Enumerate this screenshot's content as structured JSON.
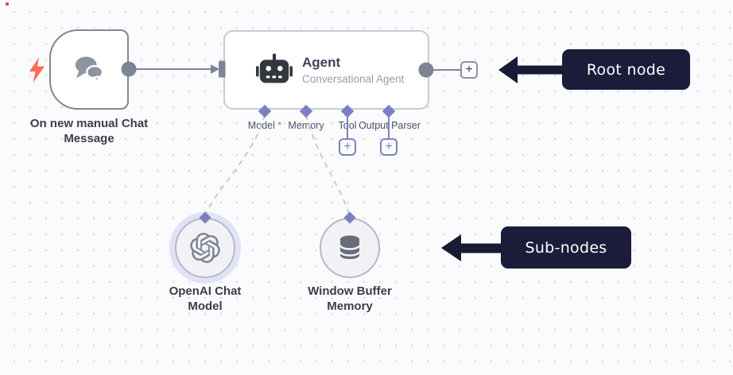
{
  "ui": {
    "plus": "+",
    "required_marker": "*"
  },
  "trigger_node": {
    "label": "On new manual Chat Message"
  },
  "agent_node": {
    "title": "Agent",
    "subtitle": "Conversational Agent"
  },
  "agent_ports": {
    "model": "Model",
    "model_required": true,
    "memory": "Memory",
    "tool": "Tool",
    "output_parser": "Output Parser"
  },
  "sub_nodes": {
    "openai_label": "OpenAI Chat Model",
    "memory_label": "Window Buffer Memory"
  },
  "annotations": {
    "root": "Root node",
    "sub": "Sub-nodes"
  },
  "icons": {
    "trigger": "chat-bubbles-icon",
    "trigger_badge": "lightning-icon",
    "agent": "robot-icon",
    "openai": "openai-logo-icon",
    "memory": "database-icon"
  },
  "colors": {
    "canvas_bg": "#fbfbfd",
    "grid_dot": "#d8dae2",
    "connector_gray": "#7d8595",
    "endpoint_purple": "#7c80c3",
    "dashed_gray": "#c8cad3",
    "annotation_navy": "#1b1c3a",
    "lightning_red": "#ff6a55",
    "required_red": "#e25555"
  }
}
